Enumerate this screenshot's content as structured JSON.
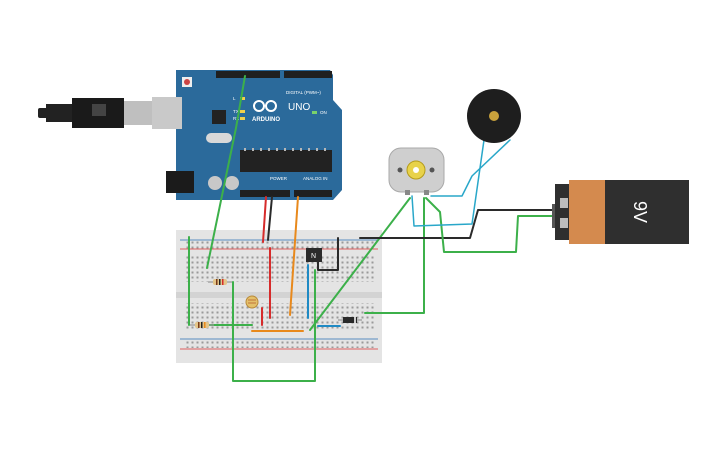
{
  "arduino": {
    "brand": "ARDUINO",
    "model": "UNO",
    "digital_label": "DIGITAL (PWM~)",
    "power_label": "POWER",
    "analog_label": "ANALOG IN",
    "on_label": "ON",
    "led_l": "L",
    "led_tx": "TX",
    "led_rx": "RX",
    "board_color": "#2b6a9b"
  },
  "battery": {
    "label": "9V",
    "body_color": "#d48a4e",
    "cap_color": "#2f2f2f"
  },
  "transistor": {
    "label": "N"
  },
  "wires": {
    "red": "#d62b2b",
    "green": "#3cb04a",
    "orange": "#e8891c",
    "blue": "#1f8ac4",
    "black": "#2a2a2a",
    "cyan": "#29a7c9"
  }
}
